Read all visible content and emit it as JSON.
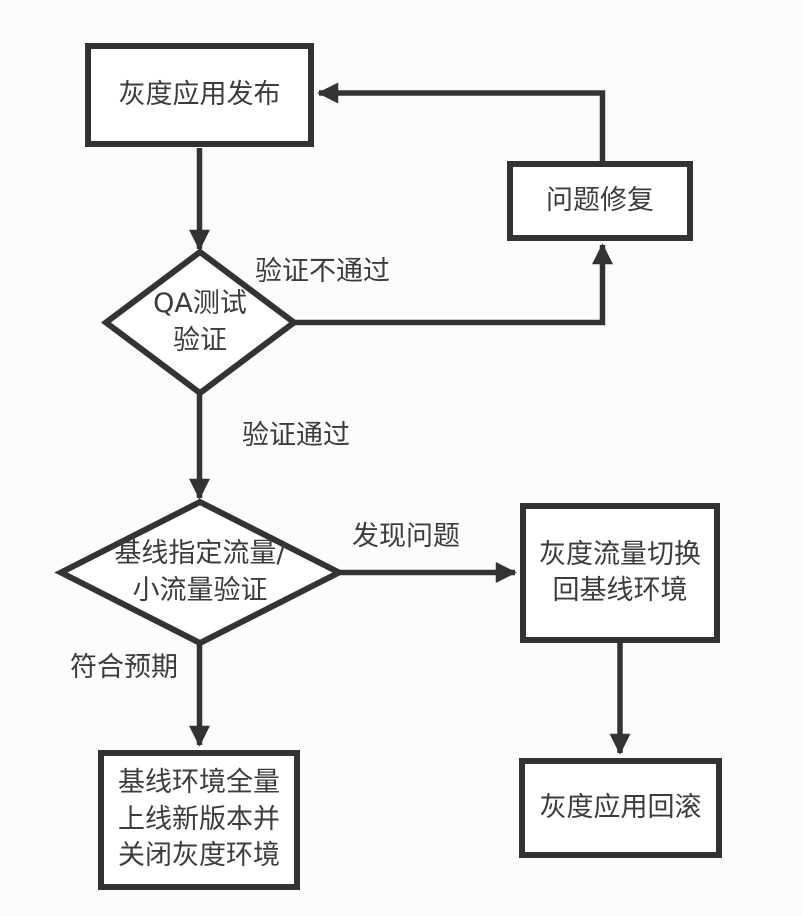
{
  "diagram": {
    "type": "flowchart",
    "language": "zh-CN",
    "colors": {
      "line": "#333333",
      "text": "#3c3c3c",
      "background": "#fcfcfc",
      "node_fill": "#ffffff"
    },
    "nodes": {
      "gray_release": {
        "shape": "rectangle",
        "label": "灰度应用发布"
      },
      "issue_fix": {
        "shape": "rectangle",
        "label": "问题修复"
      },
      "qa_check": {
        "shape": "diamond",
        "label": "QA测试\n验证"
      },
      "traffic_check": {
        "shape": "diamond",
        "label": "基线指定流量/\n小流量验证"
      },
      "switch_back": {
        "shape": "rectangle",
        "label": "灰度流量切换\n回基线环境"
      },
      "full_release": {
        "shape": "rectangle",
        "label": "基线环境全量\n上线新版本并\n关闭灰度环境"
      },
      "rollback": {
        "shape": "rectangle",
        "label": "灰度应用回滚"
      }
    },
    "edges": {
      "release_to_qa": {
        "from": "gray_release",
        "to": "qa_check",
        "label": ""
      },
      "qa_fail_to_fix": {
        "from": "qa_check",
        "to": "issue_fix",
        "label": "验证不通过"
      },
      "fix_to_release": {
        "from": "issue_fix",
        "to": "gray_release",
        "label": ""
      },
      "qa_pass_to_traffic": {
        "from": "qa_check",
        "to": "traffic_check",
        "label": "验证通过"
      },
      "traffic_issue_to_switch": {
        "from": "traffic_check",
        "to": "switch_back",
        "label": "发现问题"
      },
      "traffic_ok_to_full": {
        "from": "traffic_check",
        "to": "full_release",
        "label": "符合预期"
      },
      "switch_to_rollback": {
        "from": "switch_back",
        "to": "rollback",
        "label": ""
      }
    }
  }
}
